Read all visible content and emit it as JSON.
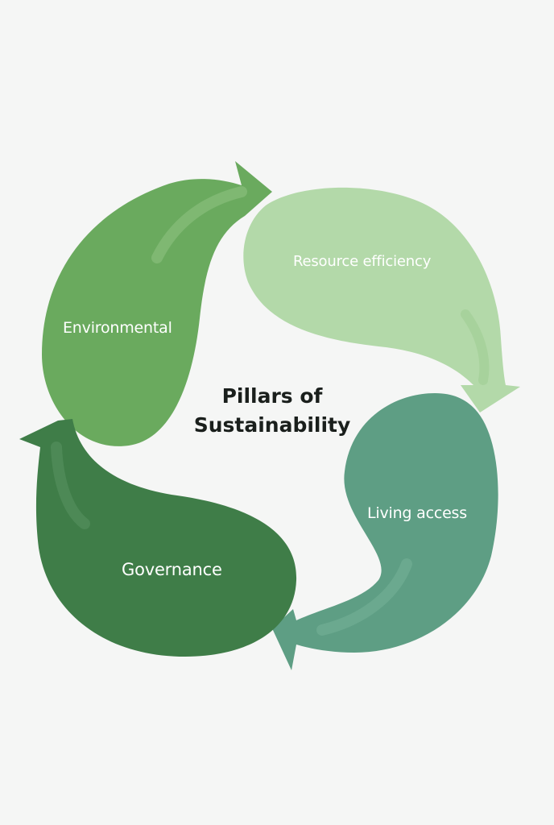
{
  "diagram": {
    "title_line1": "Pillars of",
    "title_line2": "Sustainability",
    "segments": [
      {
        "label": "Environmental",
        "color": "#6aaa5e"
      },
      {
        "label": "Resource efficiency",
        "color": "#b3d9a9"
      },
      {
        "label": "Living access",
        "color": "#5e9e84"
      },
      {
        "label": "Governance",
        "color": "#3f7d48"
      }
    ]
  }
}
